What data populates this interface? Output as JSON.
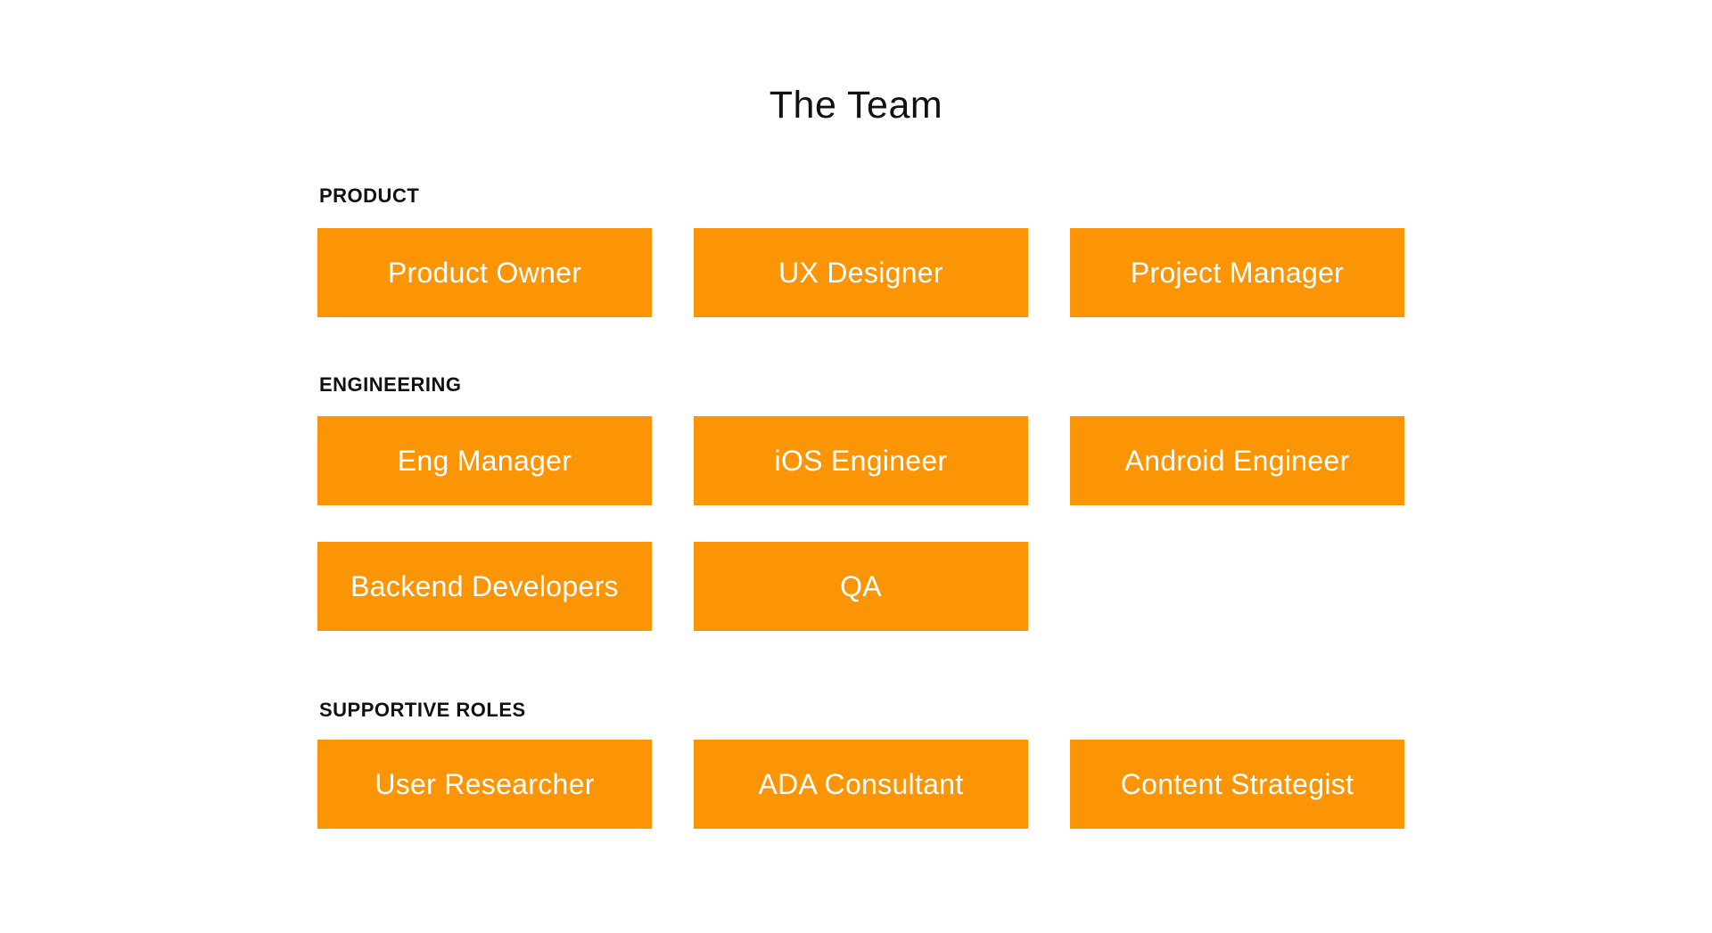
{
  "title": "The Team",
  "accent_color": "#fb9506",
  "sections": [
    {
      "label": "PRODUCT",
      "roles": [
        "Product Owner",
        "UX Designer",
        "Project Manager"
      ]
    },
    {
      "label": "ENGINEERING",
      "roles": [
        "Eng Manager",
        "iOS Engineer",
        "Android Engineer",
        "Backend Developers",
        "QA"
      ]
    },
    {
      "label": "SUPPORTIVE ROLES",
      "roles": [
        "User Researcher",
        "ADA Consultant",
        "Content Strategist"
      ]
    }
  ]
}
